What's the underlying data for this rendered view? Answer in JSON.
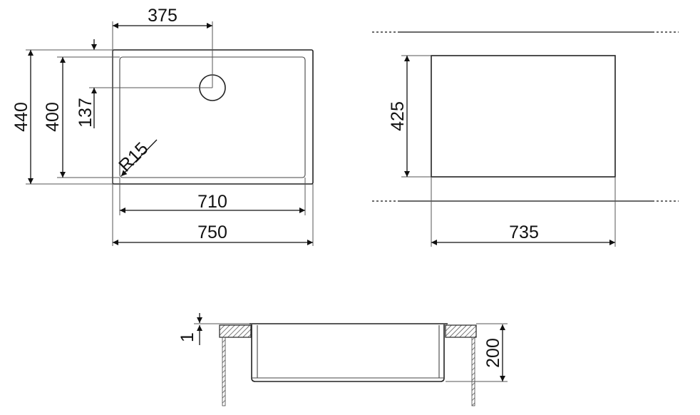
{
  "top_view": {
    "dims": {
      "drain_offset_x": "375",
      "outer_depth": "440",
      "inner_depth": "400",
      "drain_offset_y": "137",
      "corner_radius": "R15",
      "inner_width": "710",
      "outer_width": "750"
    }
  },
  "cutout_view": {
    "dims": {
      "cutout_depth": "425",
      "cutout_width": "735"
    }
  },
  "section_view": {
    "dims": {
      "flush_offset": "1",
      "bowl_height": "200"
    }
  }
}
